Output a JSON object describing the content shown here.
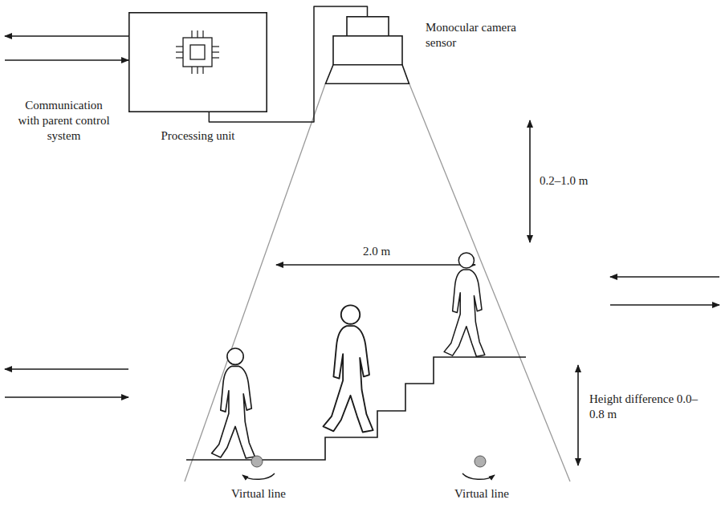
{
  "diagram": {
    "nodes": [
      {
        "text": [
          "Processing unit"
        ]
      },
      {
        "text": [
          "Monocular camera sensor"
        ]
      }
    ],
    "edges": [
      {
        "from": 0,
        "to": 1,
        "arrow": "none"
      }
    ],
    "labels": [
      "Communication with parent control system",
      "0.2–1.0 m",
      "2.0 m",
      "Height difference 0.0–0.8 m",
      "Virtual line",
      "Virtual line"
    ]
  }
}
